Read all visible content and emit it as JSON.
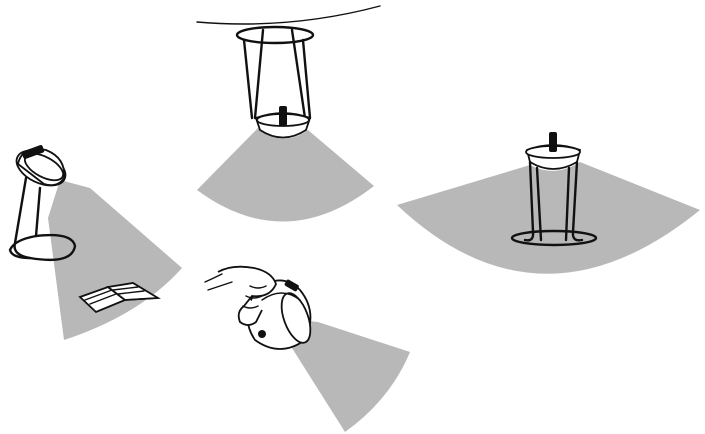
{
  "diagram": {
    "kind": "light-usage-modes",
    "modes": [
      {
        "id": "hanging",
        "icon": "hanging-lantern-icon"
      },
      {
        "id": "standing",
        "icon": "standing-lantern-icon"
      },
      {
        "id": "desk",
        "icon": "desk-lamp-reading-icon"
      },
      {
        "id": "handheld",
        "icon": "handheld-flashlight-icon"
      }
    ],
    "colors": {
      "beam": "#b8b8b8",
      "line": "#111111",
      "background": "#ffffff"
    }
  }
}
